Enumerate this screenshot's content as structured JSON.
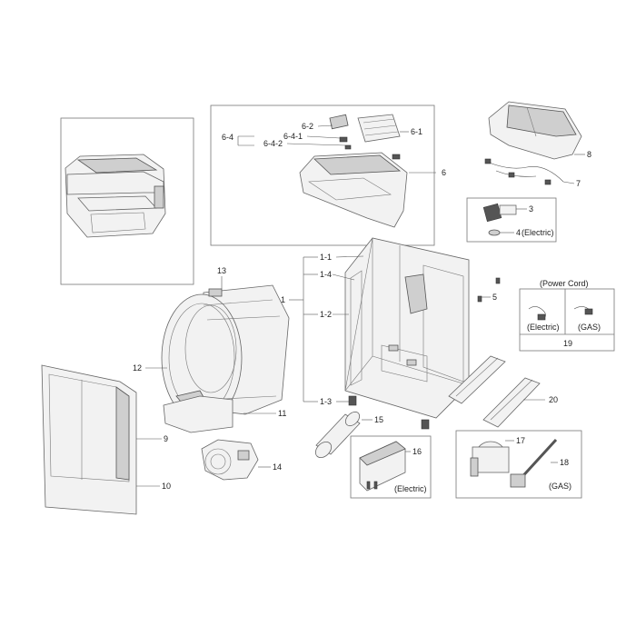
{
  "labels": {
    "l1": "1",
    "l1_1": "1-1",
    "l1_2": "1-2",
    "l1_3": "1-3",
    "l1_4": "1-4",
    "l3": "3",
    "l4": "4",
    "l5": "5",
    "l6": "6",
    "l6_1": "6-1",
    "l6_2": "6-2",
    "l6_4": "6-4",
    "l6_4_1": "6-4-1",
    "l6_4_2": "6-4-2",
    "l7": "7",
    "l8": "8",
    "l9": "9",
    "l10": "10",
    "l11": "11",
    "l12": "12",
    "l13": "13",
    "l14": "14",
    "l15": "15",
    "l16": "16",
    "l17": "17",
    "l18": "18",
    "l19": "19",
    "l20": "20"
  },
  "notes": {
    "electric_3_4": "(Electric)",
    "power_cord": "(Power Cord)",
    "electric_19": "(Electric)",
    "gas_19": "(GAS)",
    "electric_16": "(Electric)",
    "gas_17_18": "(GAS)"
  }
}
